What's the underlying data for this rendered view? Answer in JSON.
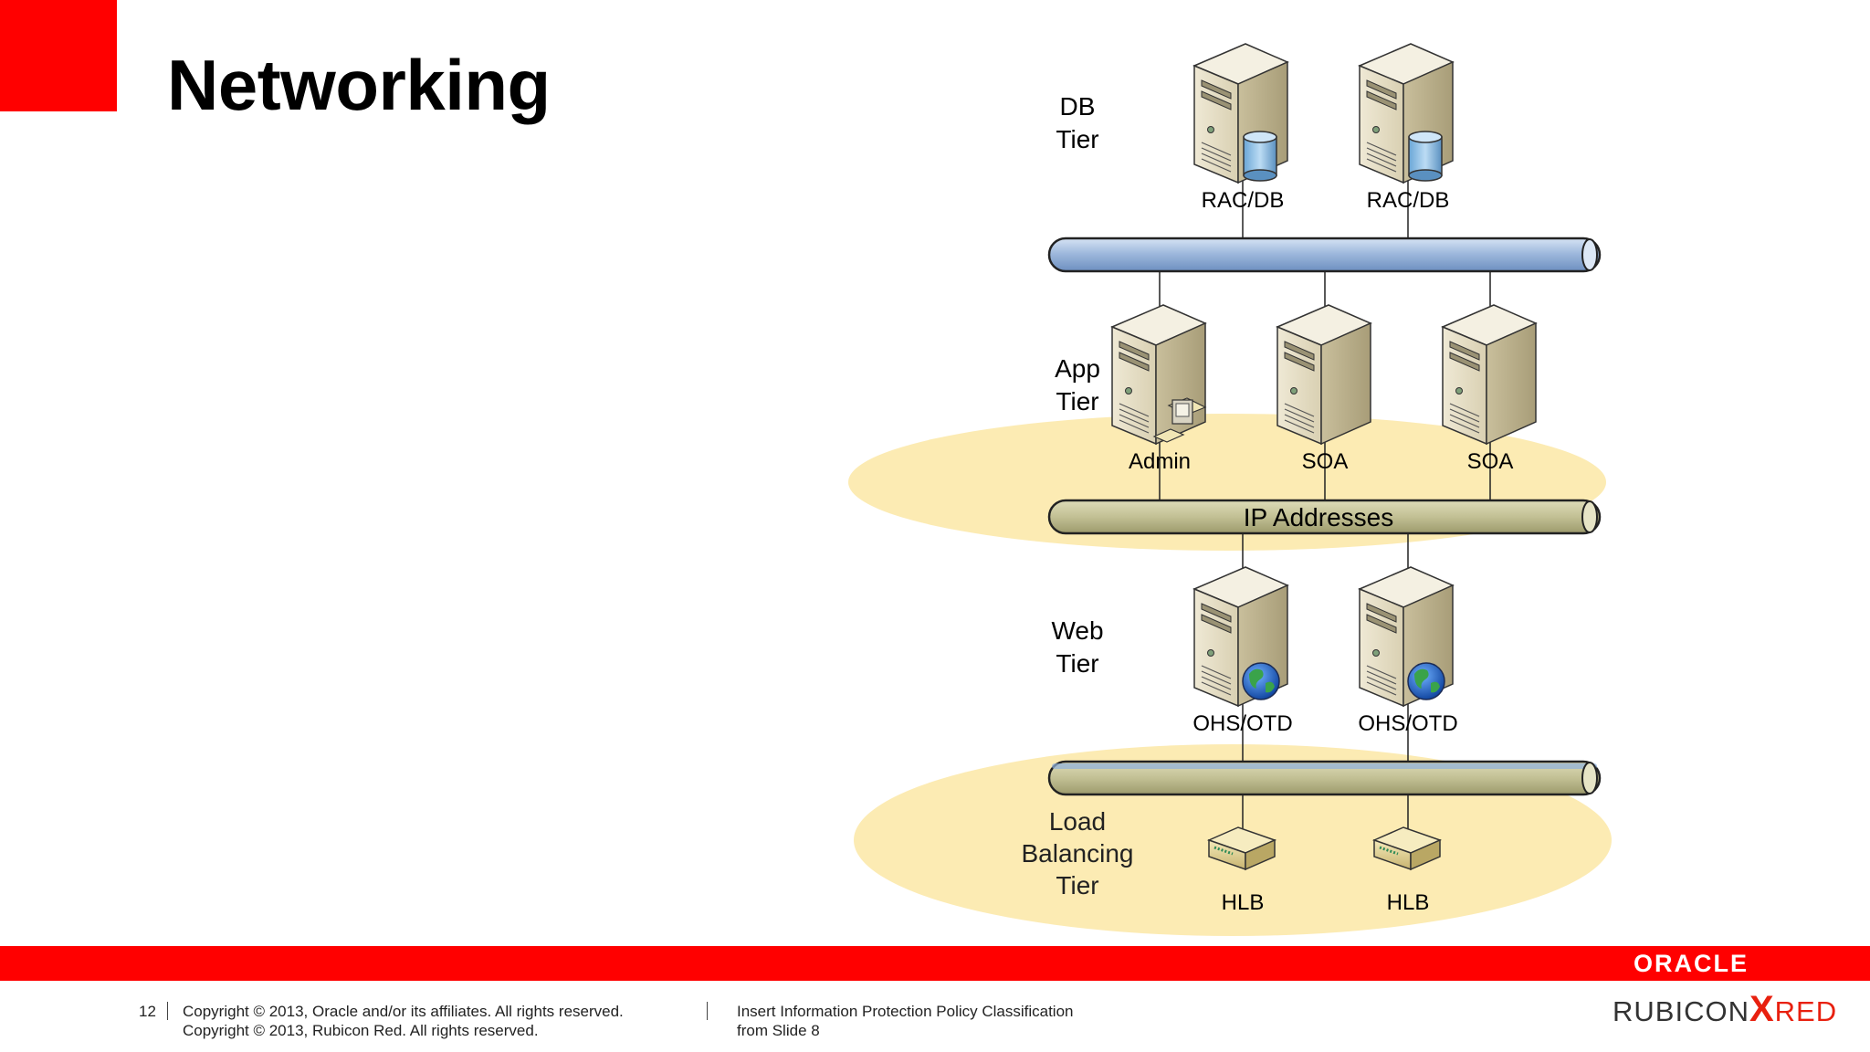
{
  "slide": {
    "title": "Networking",
    "page_number": "12",
    "copyright_line1": "Copyright © 2013, Oracle and/or its affiliates. All rights reserved.",
    "copyright_line2": "Copyright © 2013, Rubicon Red. All rights reserved.",
    "policy_line1": "Insert Information Protection Policy Classification",
    "policy_line2": "from Slide 8"
  },
  "logos": {
    "oracle": "ORACLE",
    "rubicon": "RUBICON",
    "x": "X",
    "red": "RED"
  },
  "tiers": {
    "db": [
      "DB",
      "Tier"
    ],
    "app": [
      "App",
      "Tier"
    ],
    "web": [
      "Web",
      "Tier"
    ],
    "lb": [
      "Load",
      "Balancing",
      "Tier"
    ]
  },
  "nodes": {
    "db1": "RAC/DB",
    "db2": "RAC/DB",
    "app1": "Admin",
    "app2": "SOA",
    "app3": "SOA",
    "web1": "OHS/OTD",
    "web2": "OHS/OTD",
    "hlb1": "HLB",
    "hlb2": "HLB"
  },
  "buses": {
    "middle": "IP Addresses"
  },
  "colors": {
    "accent_red": "#ff0000",
    "highlight": "#fbe7a6",
    "bus_blue": "#a8c0e0",
    "bus_olive": "#c8c89a"
  }
}
